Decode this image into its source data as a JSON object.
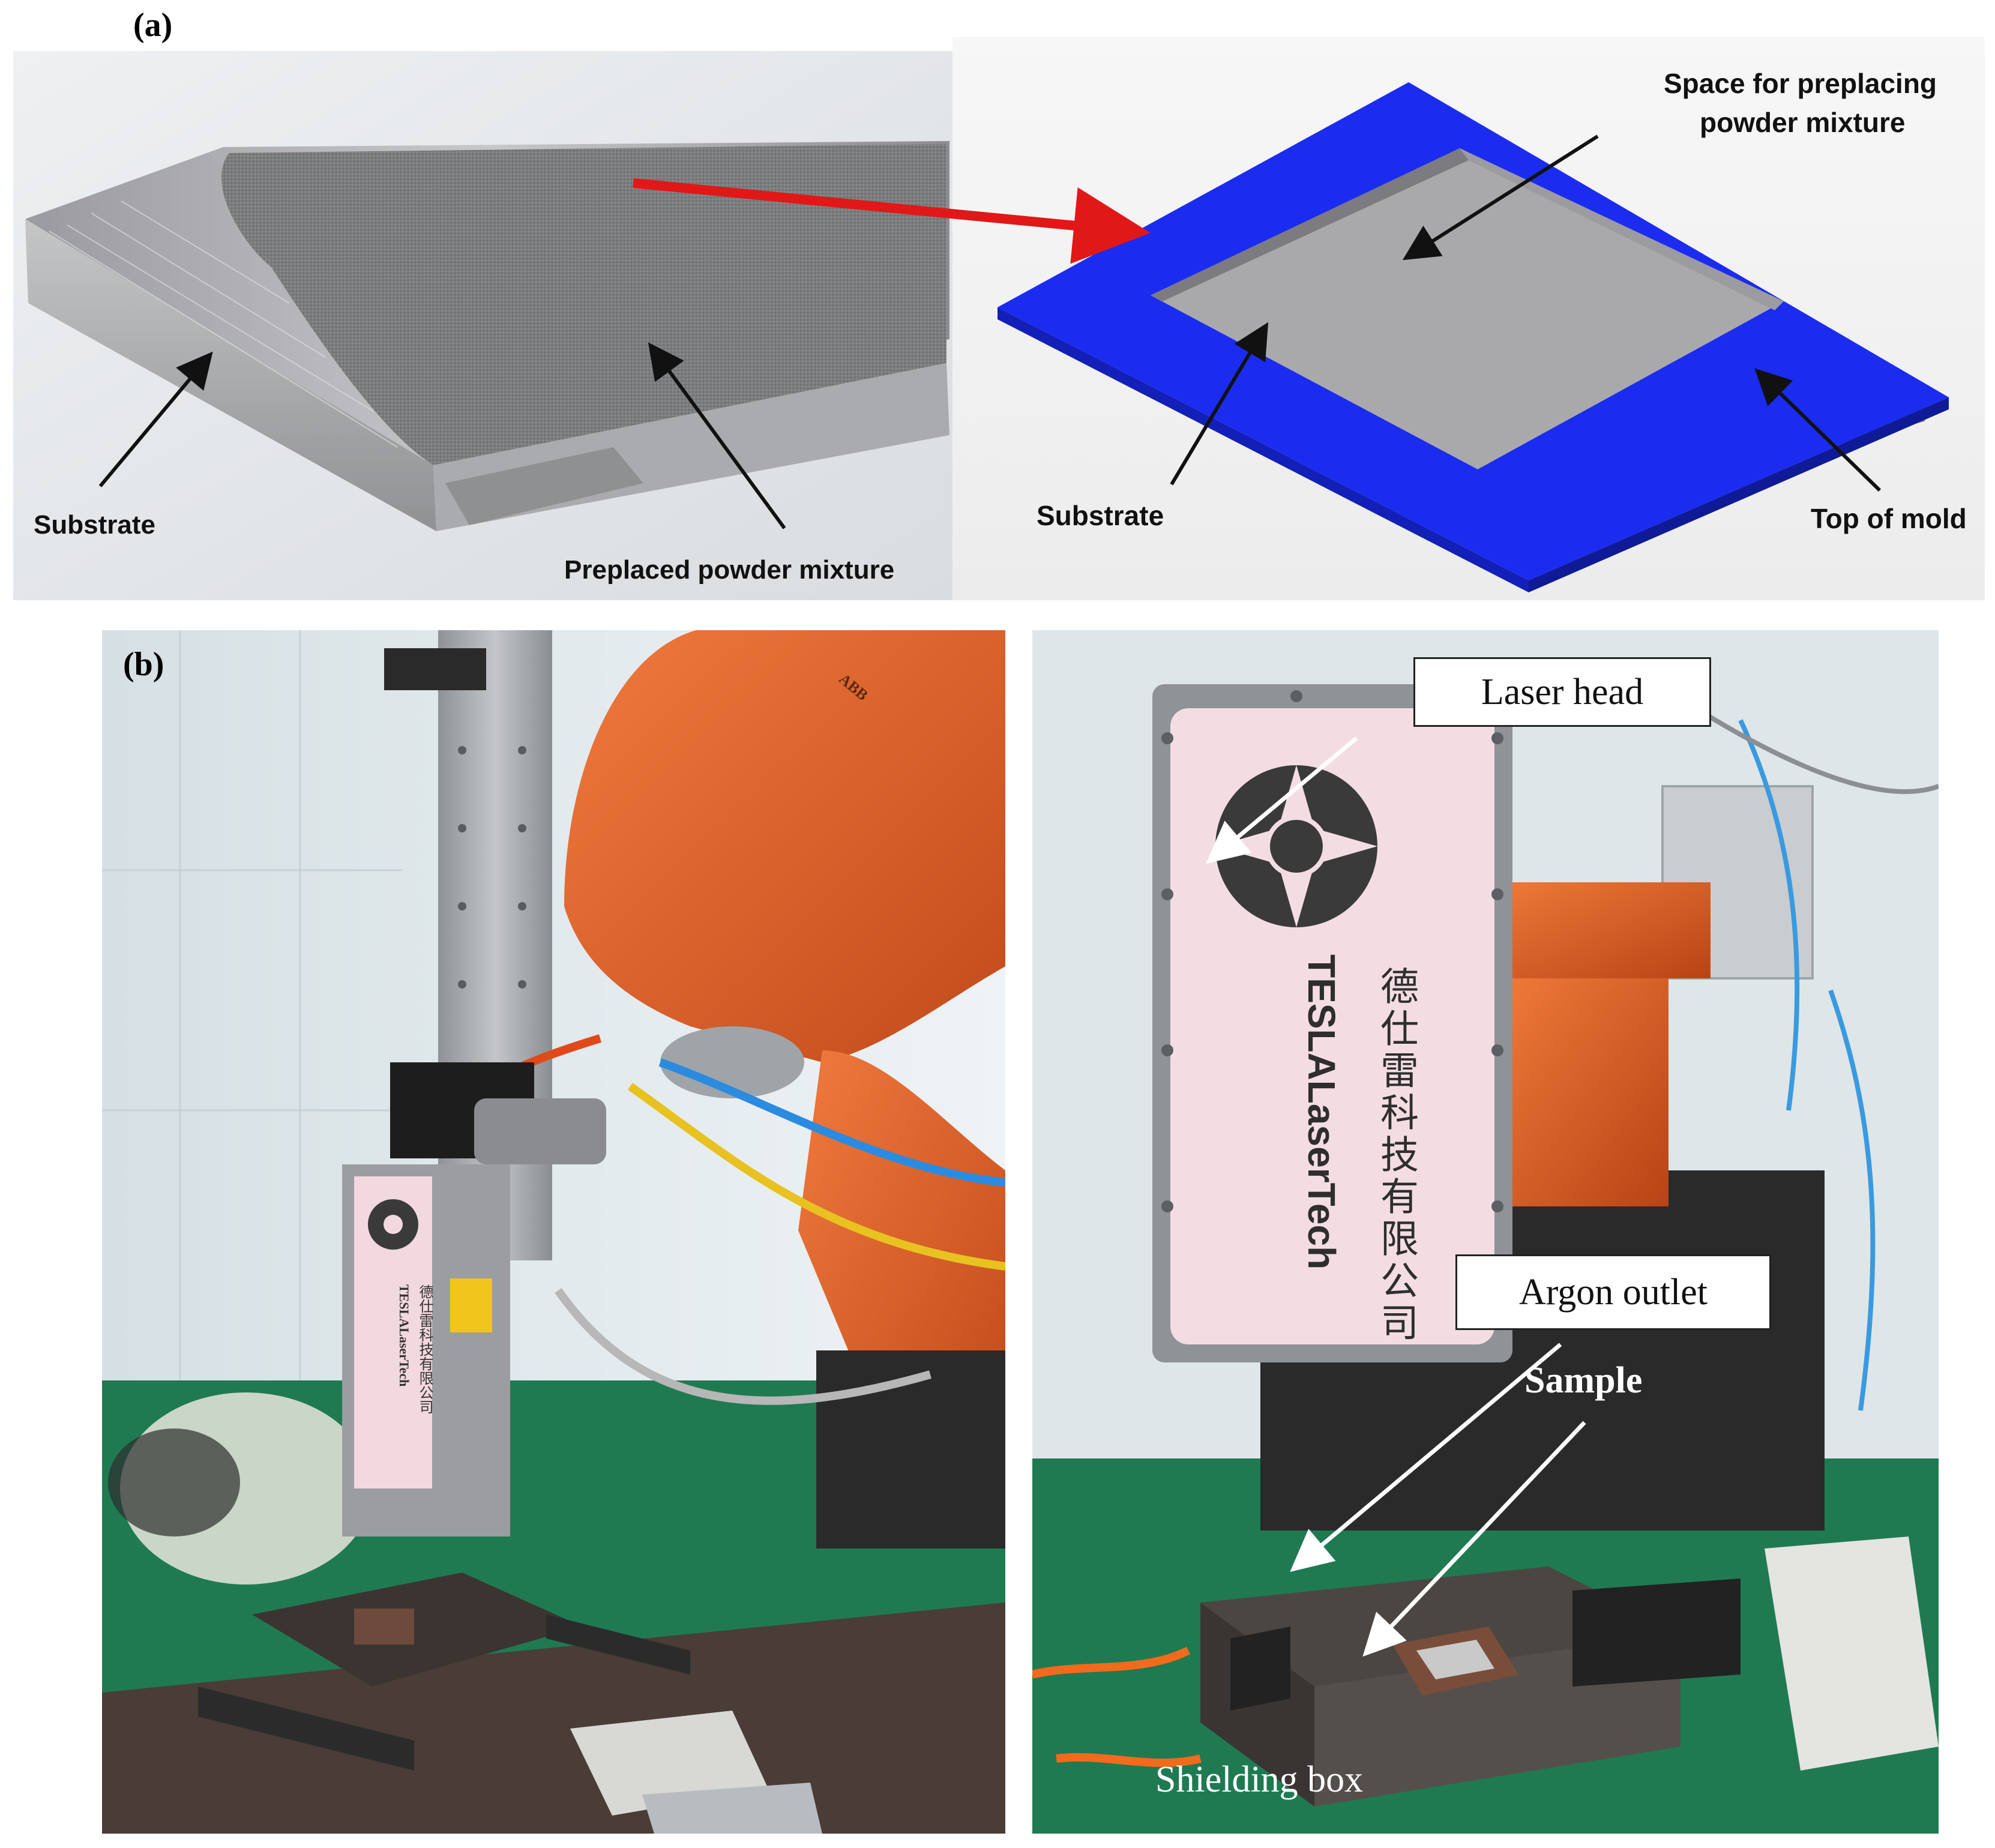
{
  "panel_a": {
    "letter": "(a)",
    "photo_labels": {
      "substrate": "Substrate",
      "powder": "Preplaced powder mixture"
    },
    "model_labels": {
      "space_line1": "Space for preplacing",
      "space_line2": "powder mixture",
      "substrate": "Substrate",
      "top_of_mold": "Top of mold"
    }
  },
  "panel_b": {
    "letter": "(b)",
    "callouts": {
      "laser_head": "Laser head",
      "argon_outlet": "Argon outlet",
      "sample": "Sample",
      "shielding_box": "Shielding box"
    },
    "laser_plate": {
      "chinese": "德仕雷科技有限公司",
      "english": "TESLALaserTech"
    },
    "robot_brand": "ABB"
  },
  "colors": {
    "mold_blue": "#1b2cf0",
    "arrow_red": "#e01818",
    "robot_orange": "#e2602a",
    "floor_green": "#1f7a52"
  }
}
